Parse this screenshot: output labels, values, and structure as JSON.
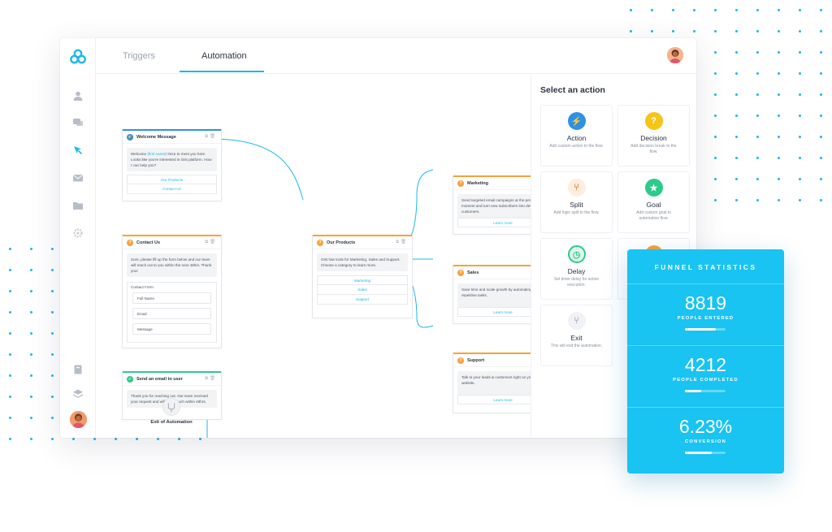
{
  "tabs": [
    {
      "label": "Triggers",
      "active": false
    },
    {
      "label": "Automation",
      "active": true
    }
  ],
  "colors": {
    "accent": "#1eb8e8",
    "orange": "#f7a13b",
    "blue": "#2f90e6",
    "yellow": "#f5c518",
    "green": "#2ccb8c",
    "funnel": "#19c3f2"
  },
  "sidebar": {
    "icons": [
      "user-icon",
      "chat-icon",
      "cursor-icon",
      "mail-icon",
      "folder-icon",
      "gear-icon",
      "book-icon",
      "layers-icon"
    ]
  },
  "nodes": {
    "welcome": {
      "title": "Welcome Message",
      "text_before": "Welcome ",
      "highlight": "{first name}",
      "text_after": "! Nice to meet you here. Looks like you're interested in Gist platform. How I can help you?",
      "options": [
        "Our Products",
        "Contact Us"
      ]
    },
    "contact": {
      "title": "Contact Us",
      "text": "Sure, please fill up the form below and our team will reach out to you within the next 48hrs. Thank you!",
      "form_title": "Contact Form",
      "fields": [
        "Full Name",
        "Email",
        "Message"
      ]
    },
    "email": {
      "title": "Send an email to user",
      "text": "Thank you for reaching out. Our team received your request and will be in touch within 48hrs."
    },
    "products": {
      "title": "Our Products",
      "text": "Gist has tools for Marketing, Sales and Support. Choose a category to learn more.",
      "options": [
        "Marketing",
        "Sales",
        "Support"
      ]
    },
    "marketing": {
      "title": "Marketing",
      "text": "Send targeted email campaigns at the perfect moment and turn new subscribers into devoted customers.",
      "option": "Learn more"
    },
    "sales": {
      "title": "Sales",
      "text": "Save time and scale growth by automating repetitive tasks.",
      "option": "Learn more"
    },
    "support": {
      "title": "Support",
      "text": "Talk to your leads & customers right on your website.",
      "option": "Learn more"
    },
    "exit": {
      "label": "Exit of Automation"
    }
  },
  "panel": {
    "title": "Select an action",
    "actions": [
      {
        "name": "Action",
        "desc": "Add custom action to the flow.",
        "icon": "bolt-icon"
      },
      {
        "name": "Decision",
        "desc": "Add decision break to the flow.",
        "icon": "question-icon"
      },
      {
        "name": "Split",
        "desc": "Add logic split to the flow.",
        "icon": "split-icon"
      },
      {
        "name": "Goal",
        "desc": "Add custom goal to automation flow.",
        "icon": "star-icon"
      },
      {
        "name": "Delay",
        "desc": "Set timer delay for action execution.",
        "icon": "clock-icon"
      },
      {
        "name": "Exit",
        "desc": "This will end the automation.",
        "icon": "exit-icon"
      }
    ]
  },
  "funnel": {
    "title": "FUNNEL STATISTICS",
    "stats": [
      {
        "value": "8819",
        "label": "PEOPLE ENTERED",
        "fill": 0.75
      },
      {
        "value": "4212",
        "label": "PEOPLE COMPLETED",
        "fill": 0.4
      },
      {
        "value": "6.23%",
        "label": "CONVERSION",
        "fill": 0.65
      }
    ]
  }
}
